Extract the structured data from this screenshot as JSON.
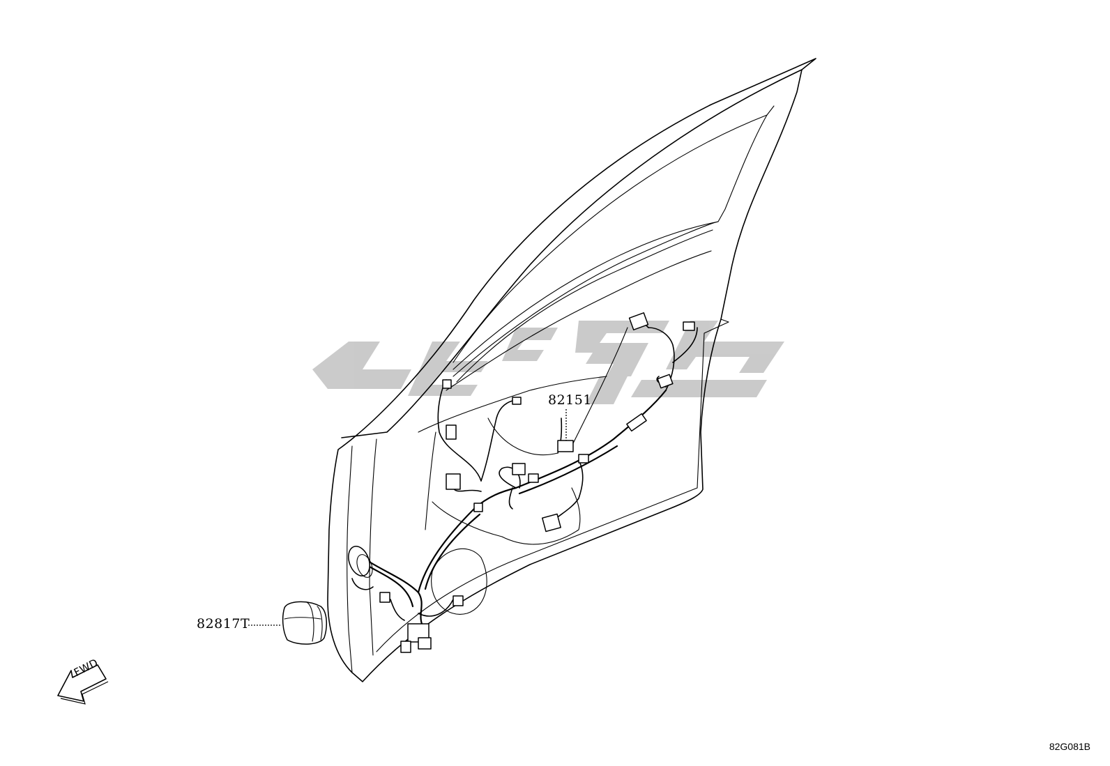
{
  "parts": [
    {
      "id": "harness",
      "number": "82151"
    },
    {
      "id": "grommet",
      "number": "82817T"
    }
  ],
  "direction_arrow": {
    "text": "FWD",
    "icon": "fwd-arrow-icon"
  },
  "diagram_code": "82G081B",
  "watermark": {
    "color": "#c8c8c8"
  }
}
